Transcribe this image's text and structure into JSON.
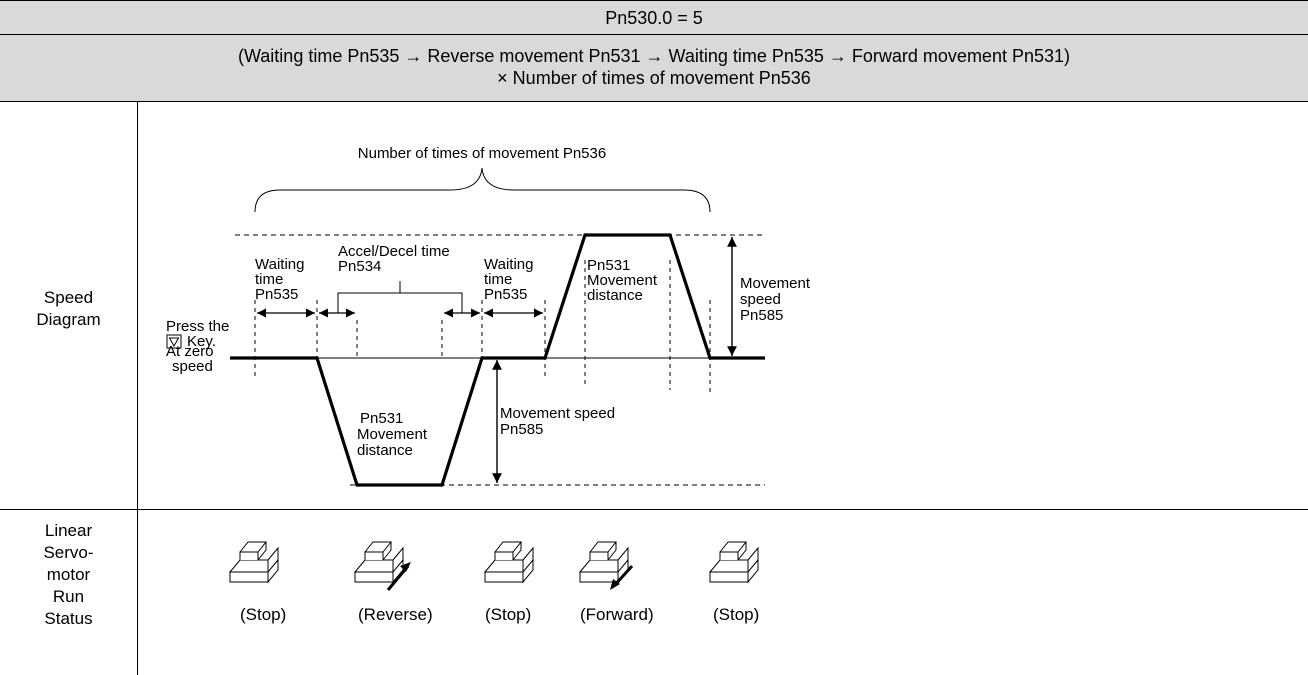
{
  "header": {
    "title": "Pn530.0 = 5",
    "sequence_line1": "(Waiting time Pn535 → Reverse movement Pn531 → Waiting time Pn535 → Forward movement Pn531)",
    "sequence_line2": "× Number of times of movement Pn536"
  },
  "rows": {
    "speed_diagram_label": [
      "Speed",
      "Diagram"
    ],
    "run_status_label": [
      "Linear",
      "Servo-",
      "motor",
      "Run",
      "Status"
    ]
  },
  "diagram": {
    "repeat_label": "Number of times of movement Pn536",
    "waiting_time_label": [
      "Waiting",
      "time",
      "Pn535"
    ],
    "accel_decel_label": [
      "Accel/Decel time",
      "Pn534"
    ],
    "press_key_label": [
      "Press the",
      "Key."
    ],
    "key_symbol": "down-key-icon",
    "at_zero_speed_label": [
      "At zero",
      "speed"
    ],
    "reverse_distance_label": [
      "Pn531",
      "Movement",
      "distance"
    ],
    "forward_distance_label": [
      "Pn531",
      "Movement",
      "distance"
    ],
    "reverse_speed_label": [
      "Movement speed",
      "Pn585"
    ],
    "forward_speed_label": [
      "Movement",
      "speed",
      "Pn585"
    ]
  },
  "run_status": [
    {
      "label": "(Stop)",
      "arrow": "none"
    },
    {
      "label": "(Reverse)",
      "arrow": "up-right"
    },
    {
      "label": "(Stop)",
      "arrow": "none"
    },
    {
      "label": "(Forward)",
      "arrow": "down-left"
    },
    {
      "label": "(Stop)",
      "arrow": "none"
    }
  ]
}
